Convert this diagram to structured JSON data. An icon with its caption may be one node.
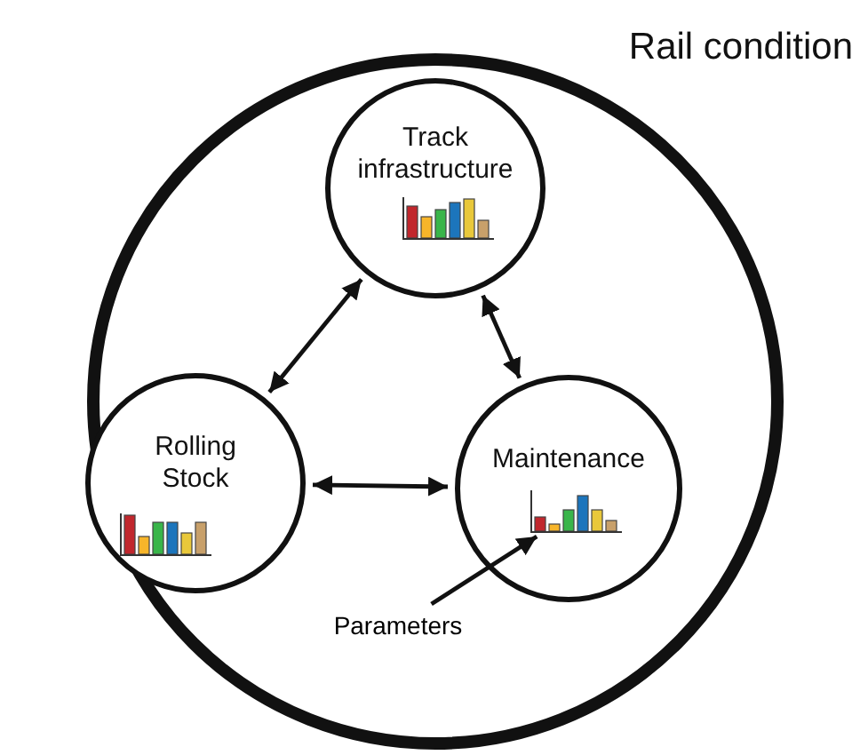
{
  "diagram": {
    "nodes": [
      {
        "text": [
          "Rail condition"
        ]
      },
      {
        "text": [
          "Track infrastructure"
        ],
        "in": 0
      },
      {
        "text": [
          "Rolling Stock"
        ],
        "in": 0
      },
      {
        "text": [
          "Maintenance"
        ],
        "in": 0
      },
      {
        "text": [
          "Parameters"
        ],
        "in": 0
      },
      {
        "text": [],
        "shape": "chart",
        "in": 3
      }
    ],
    "edges": [
      {
        "from": 1,
        "to": 2,
        "arrow": "both"
      },
      {
        "from": 1,
        "to": 3,
        "arrow": "both"
      },
      {
        "from": 2,
        "to": 3,
        "arrow": "both"
      },
      {
        "from": 4,
        "to": 5,
        "arrow": "to"
      }
    ]
  }
}
